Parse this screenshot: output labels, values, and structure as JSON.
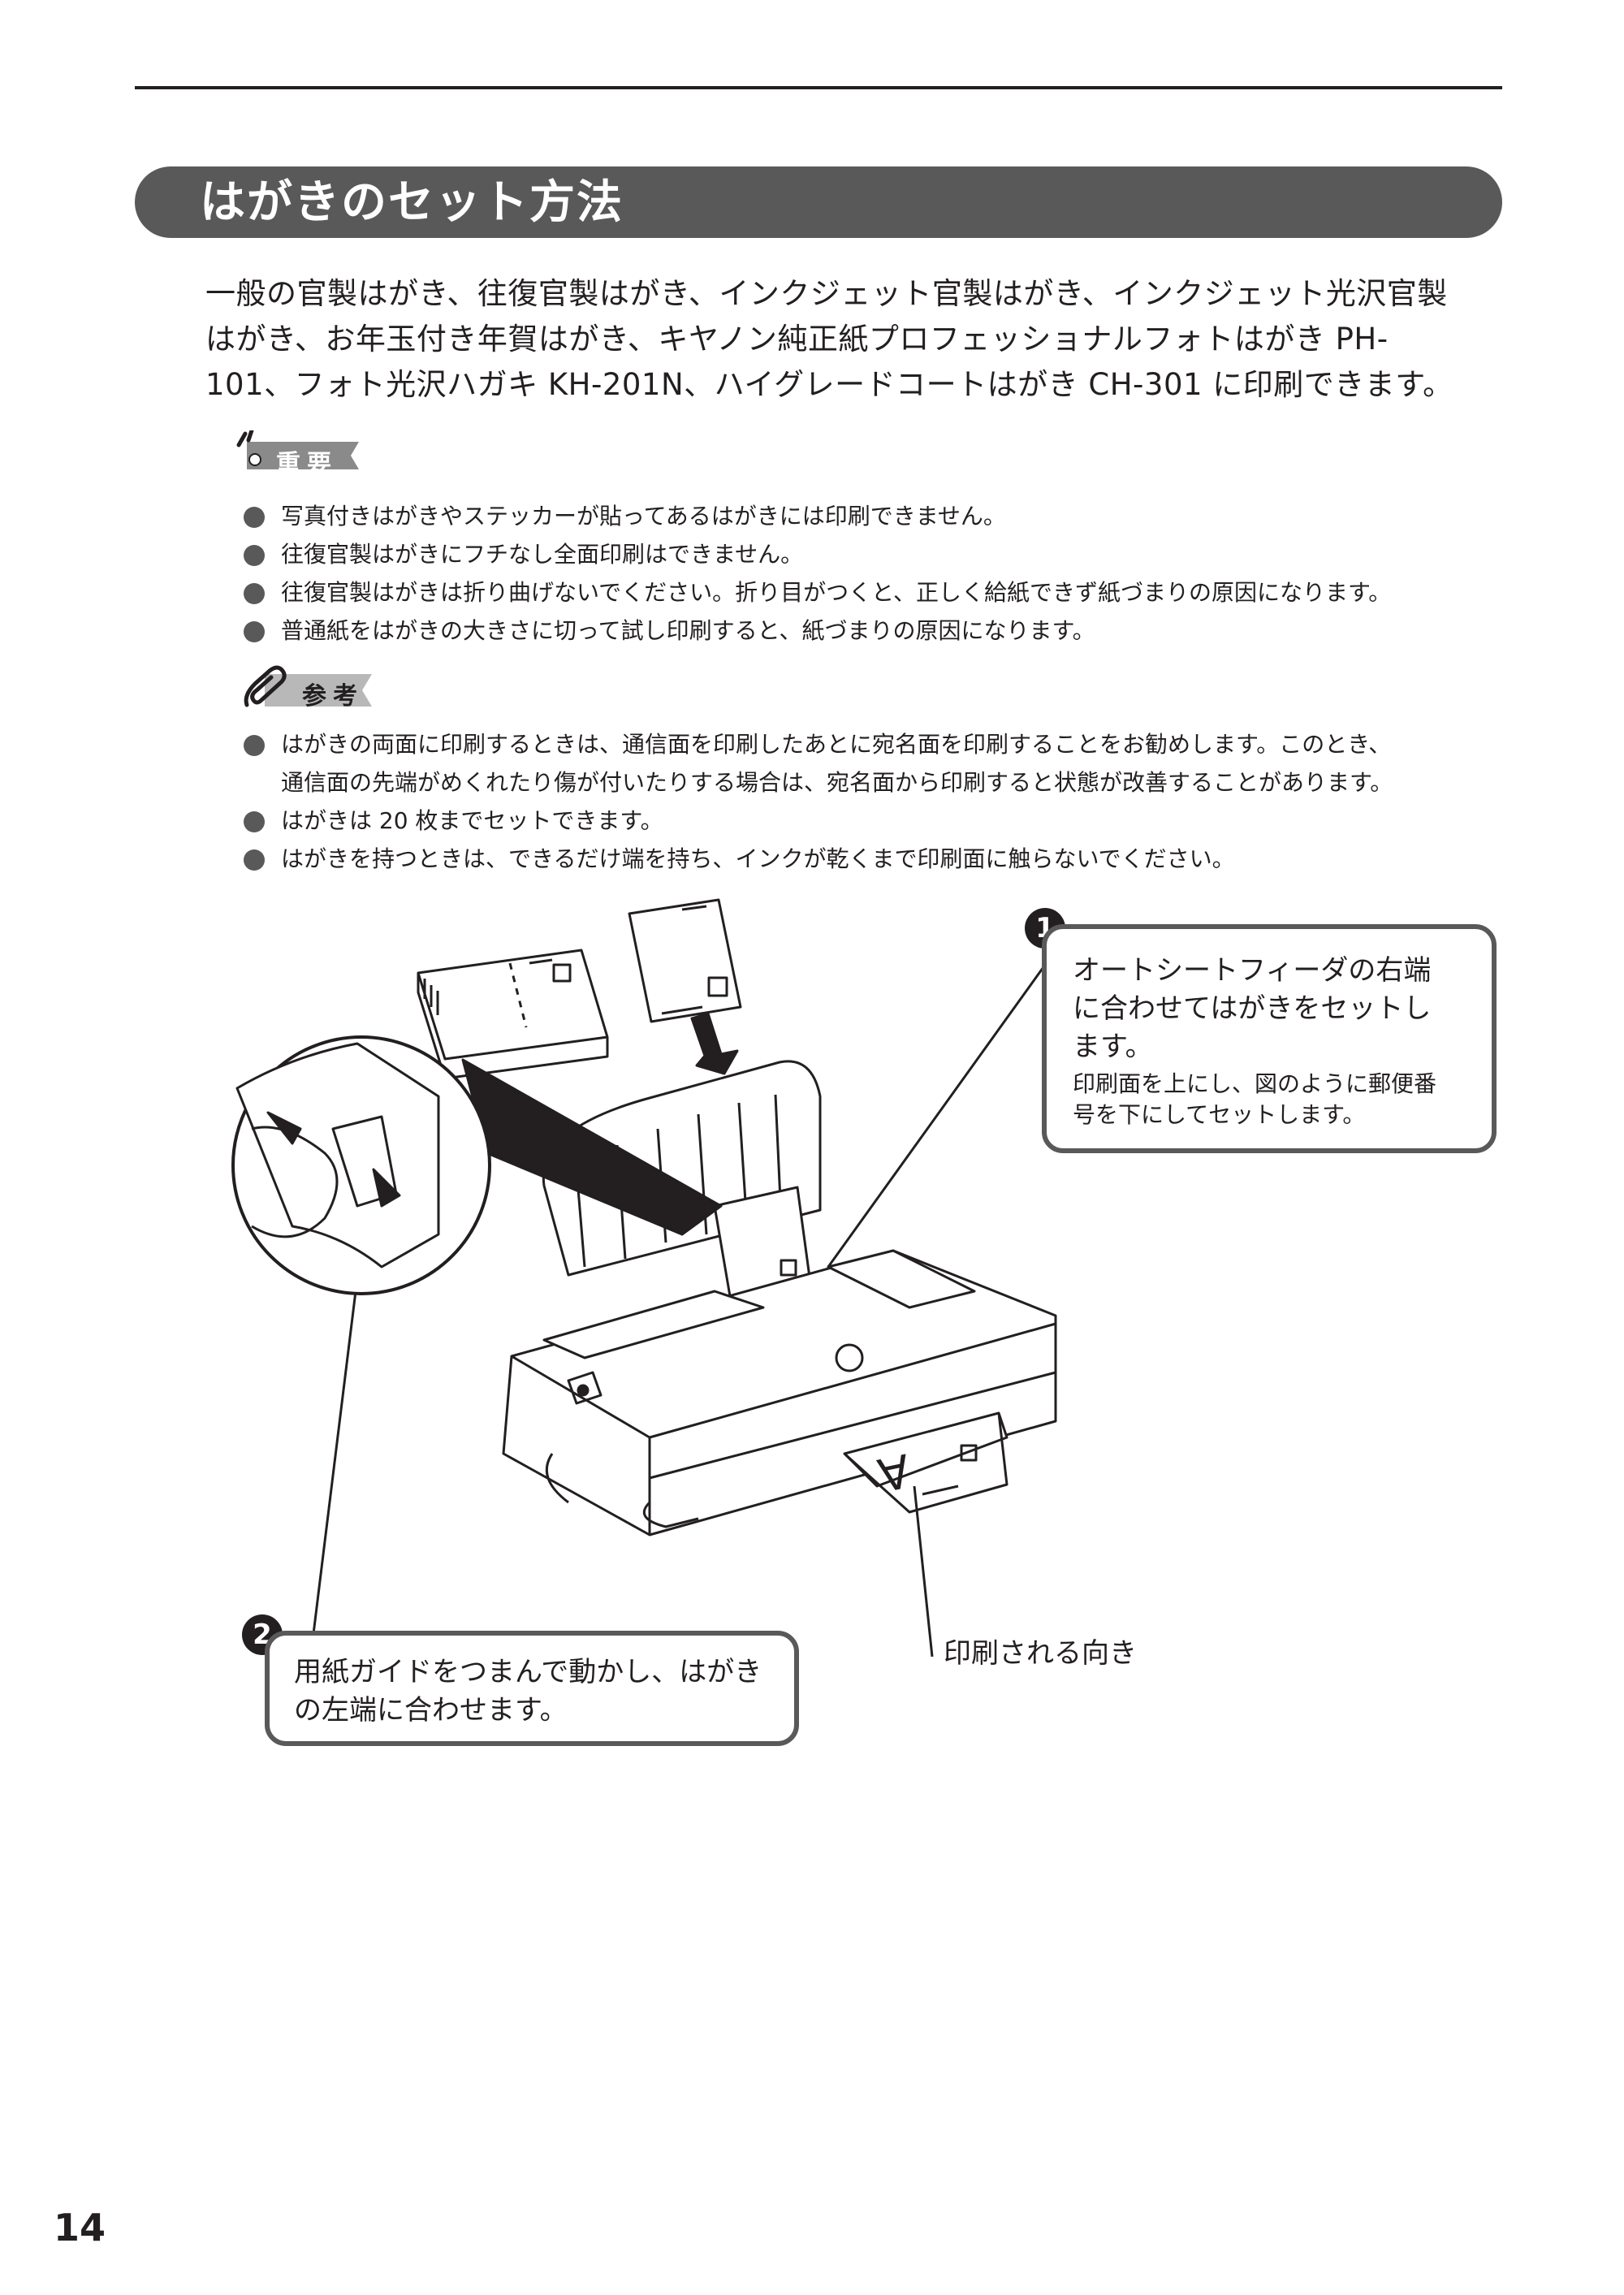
{
  "page": {
    "title": "はがきのセット方法",
    "page_number": "14"
  },
  "intro": {
    "lines": [
      "一般の官製はがき、往復官製はがき、インクジェット官製はがき、インクジェット光沢官製",
      "はがき、お年玉付き年賀はがき、キヤノン純正紙プロフェッショナルフォトはがき PH-",
      "101、フォト光沢ハガキ KH-201N、ハイグレードコートはがき CH-301 に印刷できます。"
    ]
  },
  "important": {
    "label": "重要",
    "items": [
      "写真付きはがきやステッカーが貼ってあるはがきには印刷できません。",
      "往復官製はがきにフチなし全面印刷はできません。",
      "往復官製はがきは折り曲げないでください。折り目がつくと、正しく給紙できず紙づまりの原因になります。",
      "普通紙をはがきの大きさに切って試し印刷すると、紙づまりの原因になります。"
    ]
  },
  "reference": {
    "label": "参考",
    "items": [
      {
        "lines": [
          "はがきの両面に印刷するときは、通信面を印刷したあとに宛名面を印刷することをお勧めします。このとき、",
          "通信面の先端がめくれたり傷が付いたりする場合は、宛名面から印刷すると状態が改善することがあります。"
        ]
      },
      {
        "lines": [
          "はがきは 20 枚までセットできます。"
        ]
      },
      {
        "lines": [
          "はがきを持つときは、できるだけ端を持ち、インクが乾くまで印刷面に触らないでください。"
        ]
      }
    ]
  },
  "callouts": {
    "step1": {
      "number": "1",
      "heading_lines": [
        "オートシートフィーダの右端",
        "に合わせてはがきをセットし",
        "ます。"
      ],
      "body_lines": [
        "印刷面を上にし、図のように郵便番",
        "号を下にしてセットします。"
      ]
    },
    "step2": {
      "number": "2",
      "lines": [
        "用紙ガイドをつまんで動かし、はがき",
        "の左端に合わせます。"
      ]
    },
    "direction_label": "印刷される向き"
  },
  "illustration": {
    "output_letter": "A"
  }
}
